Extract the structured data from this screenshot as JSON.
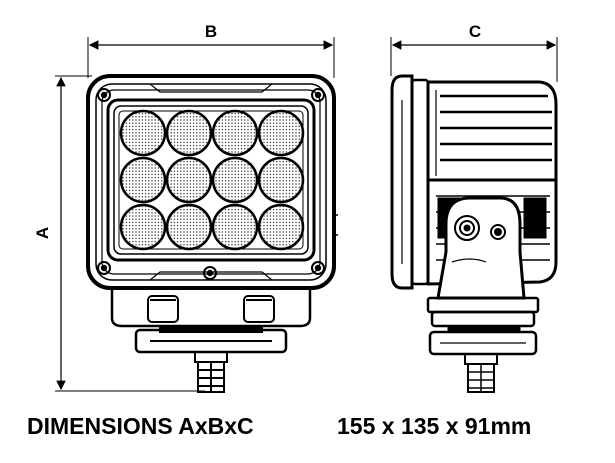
{
  "dimensions": {
    "label_a": "A",
    "label_b": "B",
    "label_c": "C"
  },
  "caption": {
    "label": "DIMENSIONS AxBxC",
    "value": "155 x 135 x 91mm"
  }
}
